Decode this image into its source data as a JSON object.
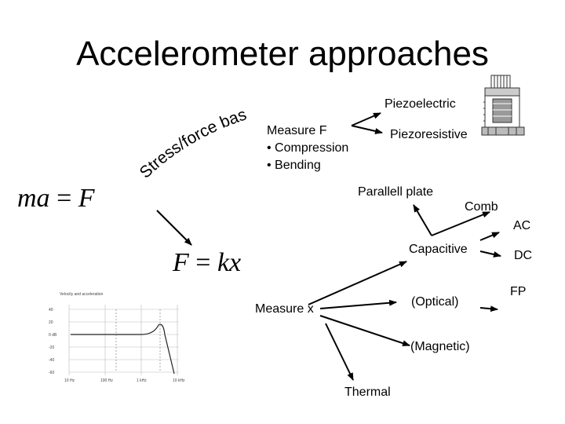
{
  "title": "Accelerometer approaches",
  "curved_label": "Stress/force based",
  "equations": {
    "newton": {
      "lhs": "ma",
      "op": "=",
      "rhs": "F"
    },
    "hooke": {
      "lhs": "F",
      "op": "=",
      "rhs": "kx"
    }
  },
  "measure_f": {
    "heading": "Measure F",
    "bullets": [
      "• Compression",
      "• Bending"
    ]
  },
  "nodes": {
    "piezoelectric": "Piezoelectric",
    "piezoresistive": "Piezoresistive",
    "parallel_plate": "Parallell plate",
    "comb": "Comb",
    "ac": "AC",
    "capacitive": "Capacitive",
    "dc": "DC",
    "fp": "FP",
    "measure_x": "Measure x",
    "optical": "(Optical)",
    "magnetic": "(Magnetic)",
    "thermal": "Thermal"
  },
  "thumbnail_plot": {
    "header": "Velocity and acceleration",
    "x_ticks": [
      "10 Hz",
      "100 Hz",
      "1 kHz",
      "10 kHz"
    ],
    "y_ticks": [
      "40",
      "20",
      "0 dB",
      "-20",
      "-40",
      "-60"
    ]
  }
}
